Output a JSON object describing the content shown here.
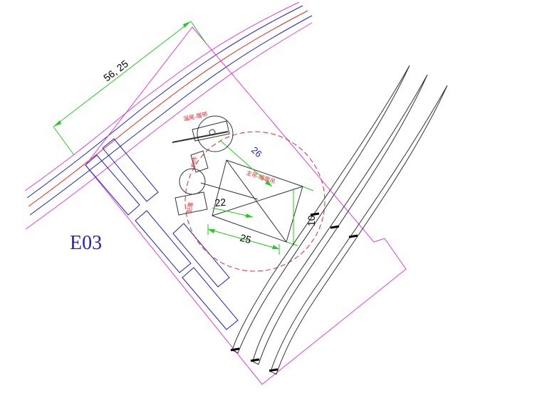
{
  "drawing": {
    "area_code": "E03",
    "dimensions": {
      "boundary_length": "56, 25",
      "circle_radius": "26",
      "base_width": "25",
      "base_height": "22",
      "offset": "10"
    },
    "annotations": {
      "crane_label": "主吊-履带吊",
      "aux_crane_label": "溜尾-履带",
      "component_1": "构件",
      "component_2": "配重"
    },
    "colors": {
      "site_boundary": "#e040e0",
      "road_outer": "#e040e0",
      "road_inner": "#2222cc",
      "road_center": "#e8282a",
      "dimension": "#22cc22",
      "swing_radius": "#e8282a",
      "buildings": "#2222cc",
      "equipment": "#333333"
    }
  }
}
